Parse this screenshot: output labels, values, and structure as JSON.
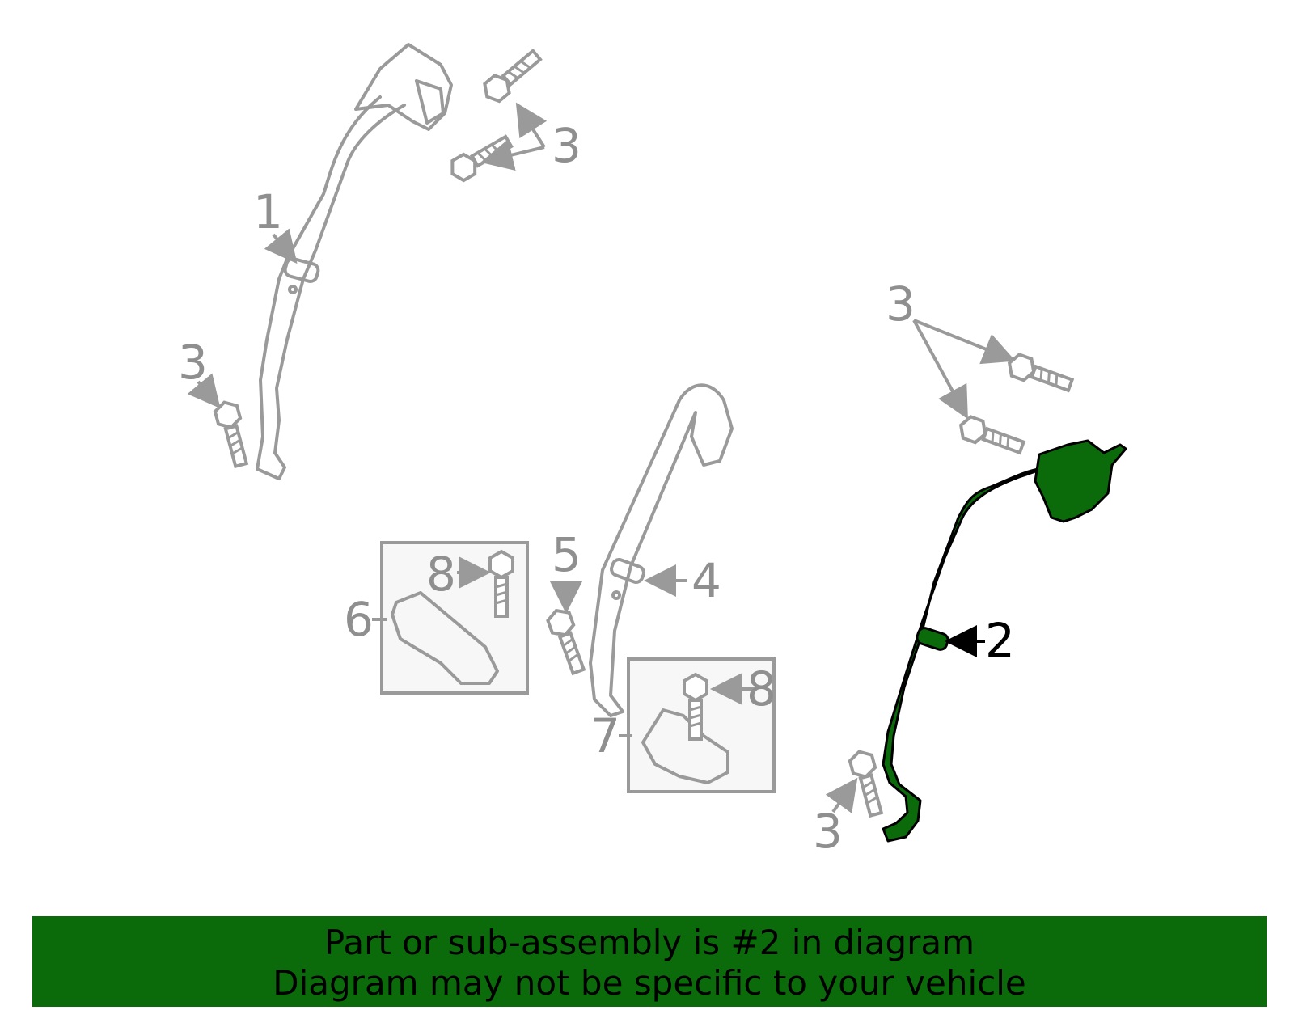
{
  "callouts": {
    "c1": "1",
    "c2": "2",
    "c3a": "3",
    "c3b": "3",
    "c3c": "3",
    "c3d": "3",
    "c4": "4",
    "c5": "5",
    "c6": "6",
    "c7": "7",
    "c8a": "8",
    "c8b": "8"
  },
  "highlight_color": "#0b6b0b",
  "banner": {
    "line1": "Part or sub-assembly is #2 in diagram",
    "line2": "Diagram may not be specific to your vehicle"
  }
}
